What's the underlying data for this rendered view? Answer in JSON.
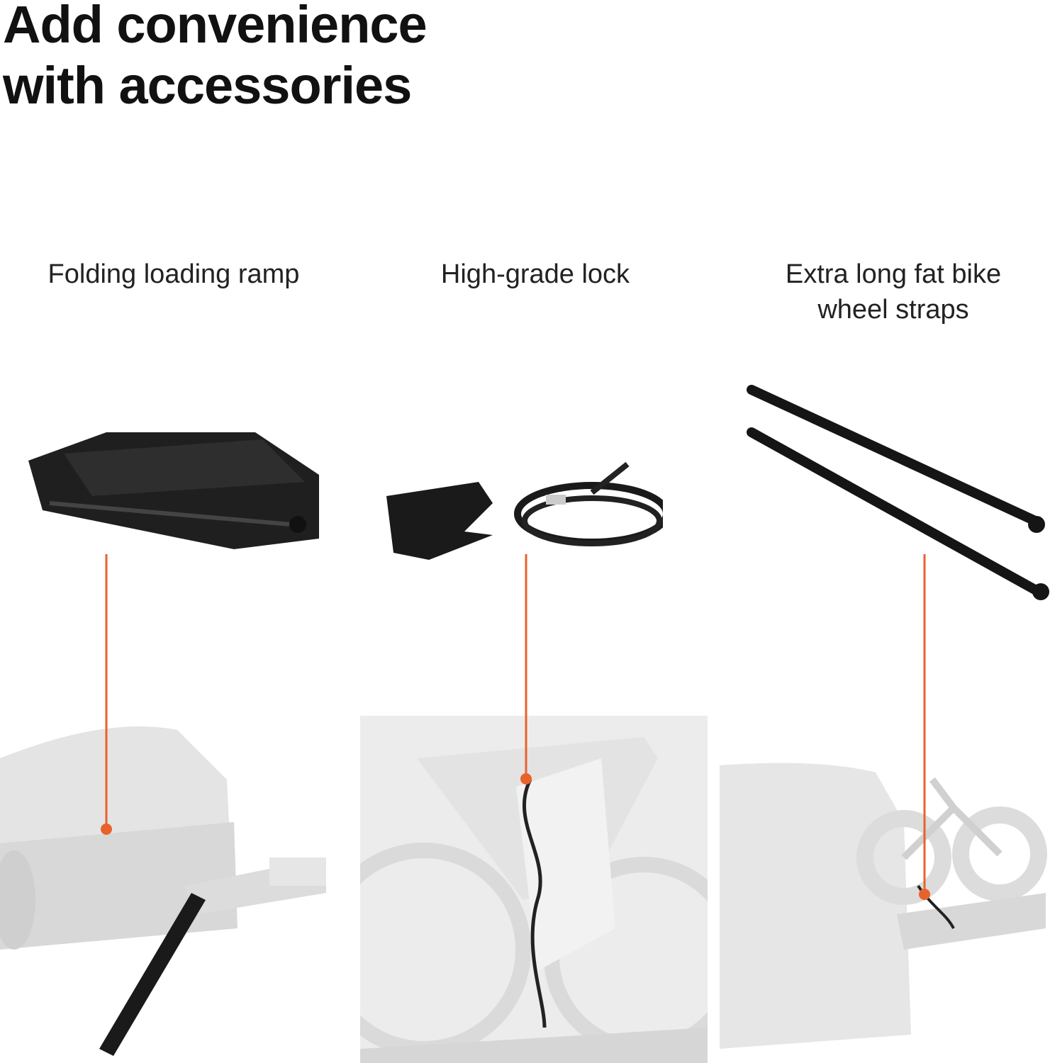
{
  "title": {
    "line1": "Add convenience",
    "line2": "with accessories"
  },
  "accent_color": "#e8622c",
  "accessories": [
    {
      "label": "Folding loading ramp",
      "icon": "folding-ramp-image",
      "scene": "car-with-ramp-scene"
    },
    {
      "label": "High-grade lock",
      "icon": "cable-lock-image",
      "scene": "bikes-locked-scene"
    },
    {
      "label_line1": "Extra long fat bike",
      "label_line2": "wheel straps",
      "icon": "wheel-straps-image",
      "scene": "fat-bike-scene"
    }
  ]
}
